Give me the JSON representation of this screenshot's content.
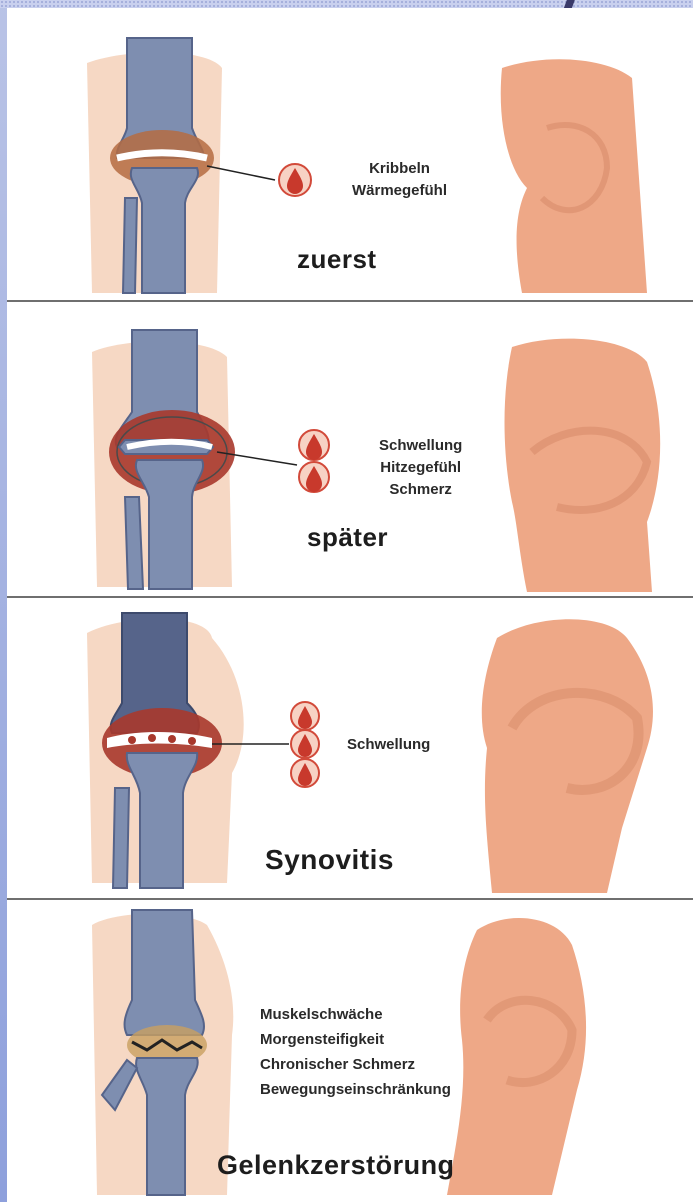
{
  "panels": [
    {
      "title": "zuerst",
      "symptoms": [
        "Kribbeln",
        "Wärmegefühl"
      ],
      "drops": 1
    },
    {
      "title": "später",
      "symptoms": [
        "Schwellung",
        "Hitzegefühl",
        "Schmerz"
      ],
      "drops": 2
    },
    {
      "title": "Synovitis",
      "symptoms": [
        "Schwellung"
      ],
      "drops": 3
    },
    {
      "title": "Gelenkzerstörung",
      "symptoms": [
        "Muskelschwäche",
        "Morgensteifigkeit",
        "Chronischer Schmerz",
        "Bewegungseinschränkung"
      ],
      "drops": 0
    }
  ],
  "colors": {
    "bone": "#7e8eb0",
    "bone_dark": "#56648a",
    "skin_light": "#f6d8c4",
    "skin_knee": "#eea887",
    "inflammation": "#a8382c",
    "drop": "#d24a3a"
  }
}
